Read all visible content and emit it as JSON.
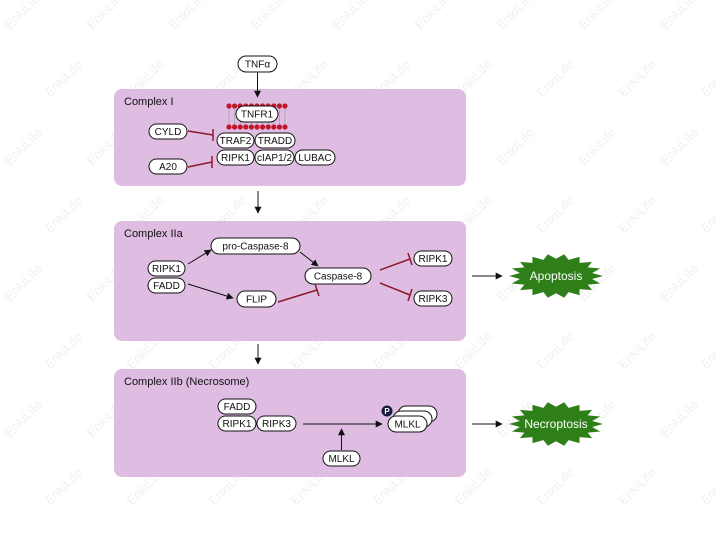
{
  "watermark": "EnkiLife",
  "colors": {
    "panel": "#dfbde3",
    "burst": "#2f7f18",
    "inhibit": "#8b1a2b",
    "membrane": "#c0172b",
    "phospho": "#1a1a40"
  },
  "top": {
    "tnfa": "TNFα"
  },
  "complex1": {
    "title": "Complex I",
    "tnfr1": "TNFR1",
    "cyld": "CYLD",
    "a20": "A20",
    "traf2": "TRAF2",
    "tradd": "TRADD",
    "ripk1": "RIPK1",
    "ciap": "cIAP1/2",
    "lubac": "LUBAC"
  },
  "complex2a": {
    "title": "Complex IIa",
    "ripk1": "RIPK1",
    "fadd": "FADD",
    "procasp8": "pro-Caspase-8",
    "flip": "FLIP",
    "casp8": "Caspase-8",
    "ripk1_out": "RIPK1",
    "ripk3_out": "RIPK3",
    "outcome": "Apoptosis"
  },
  "complex2b": {
    "title": "Complex IIb (Necrosome)",
    "fadd": "FADD",
    "ripk1": "RIPK1",
    "ripk3": "RIPK3",
    "mlkl_in": "MLKL",
    "mlkl_out": "MLKL",
    "phospho": "P",
    "outcome": "Necroptosis"
  }
}
